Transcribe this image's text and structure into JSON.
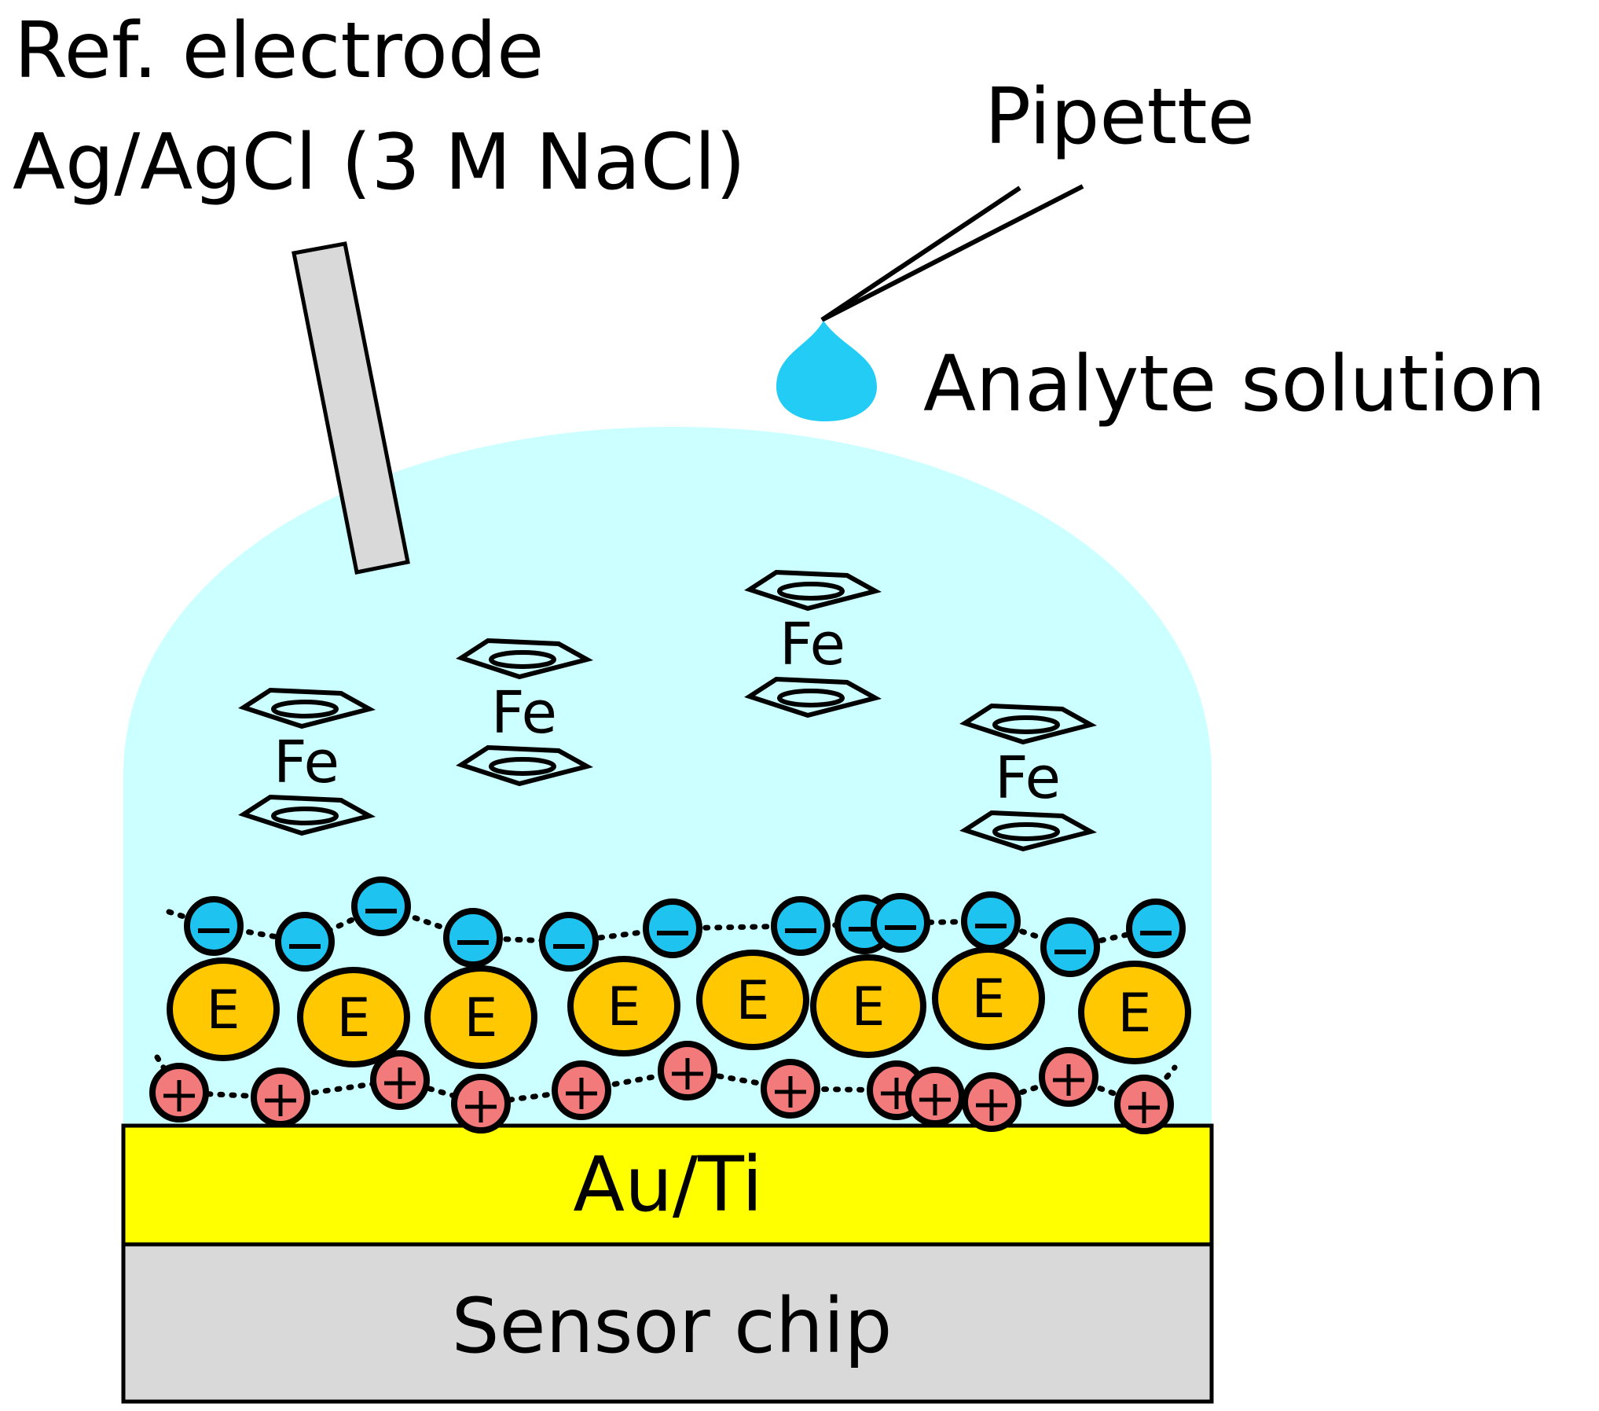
{
  "labels": {
    "ref_line1": "Ref. electrode",
    "ref_line2": "Ag/AgCl (3 M NaCl)",
    "pipette": "Pipette",
    "analyte": "Analyte solution",
    "gold": "Au/Ti",
    "chip": "Sensor chip"
  },
  "ferrocene": {
    "symbol": "Fe",
    "count": 4
  },
  "enzyme": {
    "symbol": "E",
    "count": 8
  },
  "anion": {
    "symbol": "−",
    "count": 12
  },
  "cation": {
    "symbol": "+",
    "count": 12
  },
  "colors": {
    "solution": "#ccffff",
    "droplet": "#22ccf5",
    "electrode_rod": "#d9d9d9",
    "gold_layer": "#ffff00",
    "chip": "#d9d9d9",
    "enzyme": "#ffc800",
    "anion": "#1ec3f0",
    "cation": "#f27a7a",
    "stroke": "#000000"
  }
}
